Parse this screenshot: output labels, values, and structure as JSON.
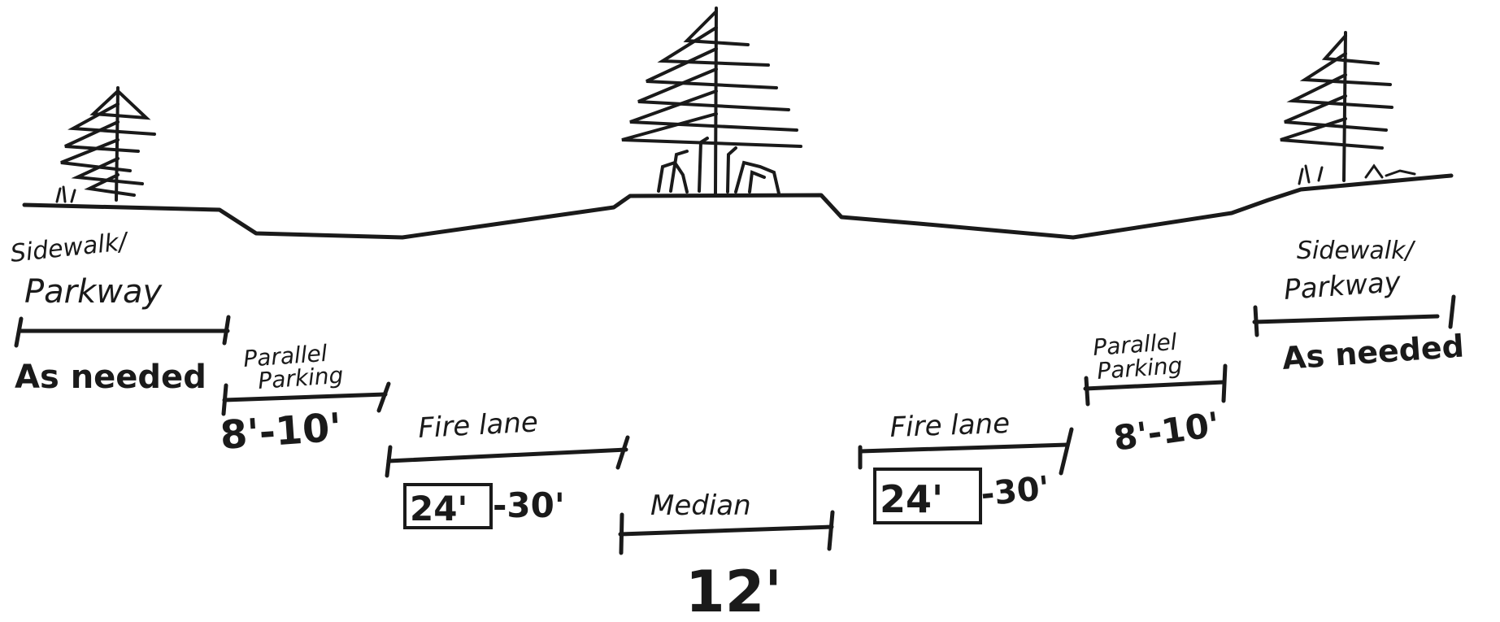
{
  "labels": {
    "left_sidewalk_line1": "Sidewalk/",
    "left_sidewalk_line2": "Parkway",
    "left_sidewalk_value": "As needed",
    "left_parking_line1": "Parallel",
    "left_parking_line2": "Parking",
    "left_parking_value": "8'-10'",
    "left_fire_lane": "Fire lane",
    "left_fire_box": "24'",
    "left_fire_rest": "-30'",
    "median": "Median",
    "median_value": "12'",
    "right_fire_lane": "Fire lane",
    "right_fire_box": "24'",
    "right_fire_rest": "-30'",
    "right_parking_line1": "Parallel",
    "right_parking_line2": "Parking",
    "right_parking_value": "8'-10'",
    "right_sidewalk_line1": "Sidewalk/",
    "right_sidewalk_line2": "Parkway",
    "right_sidewalk_value": "As needed"
  },
  "colors": {
    "ink": "#1a1a1a",
    "paper": "#ffffff"
  },
  "icons": [
    "tree-icon",
    "shrub-icon"
  ]
}
